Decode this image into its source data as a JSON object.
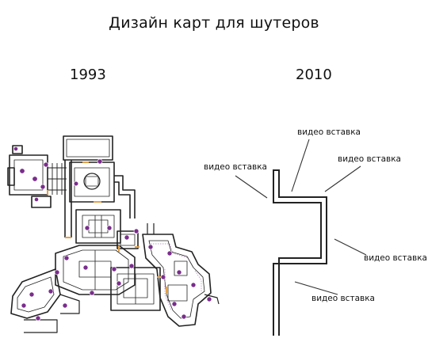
{
  "title": "Дизайн карт для шутеров",
  "left_panel": {
    "year": "1993"
  },
  "right_panel": {
    "year": "2010",
    "annotations": [
      "видео вставка",
      "видео вставка",
      "видео вставка",
      "видео вставка",
      "видео вставка"
    ]
  },
  "colors": {
    "marker": "#7a2d8c",
    "accent": "#e2a24a",
    "line": "#222222"
  }
}
